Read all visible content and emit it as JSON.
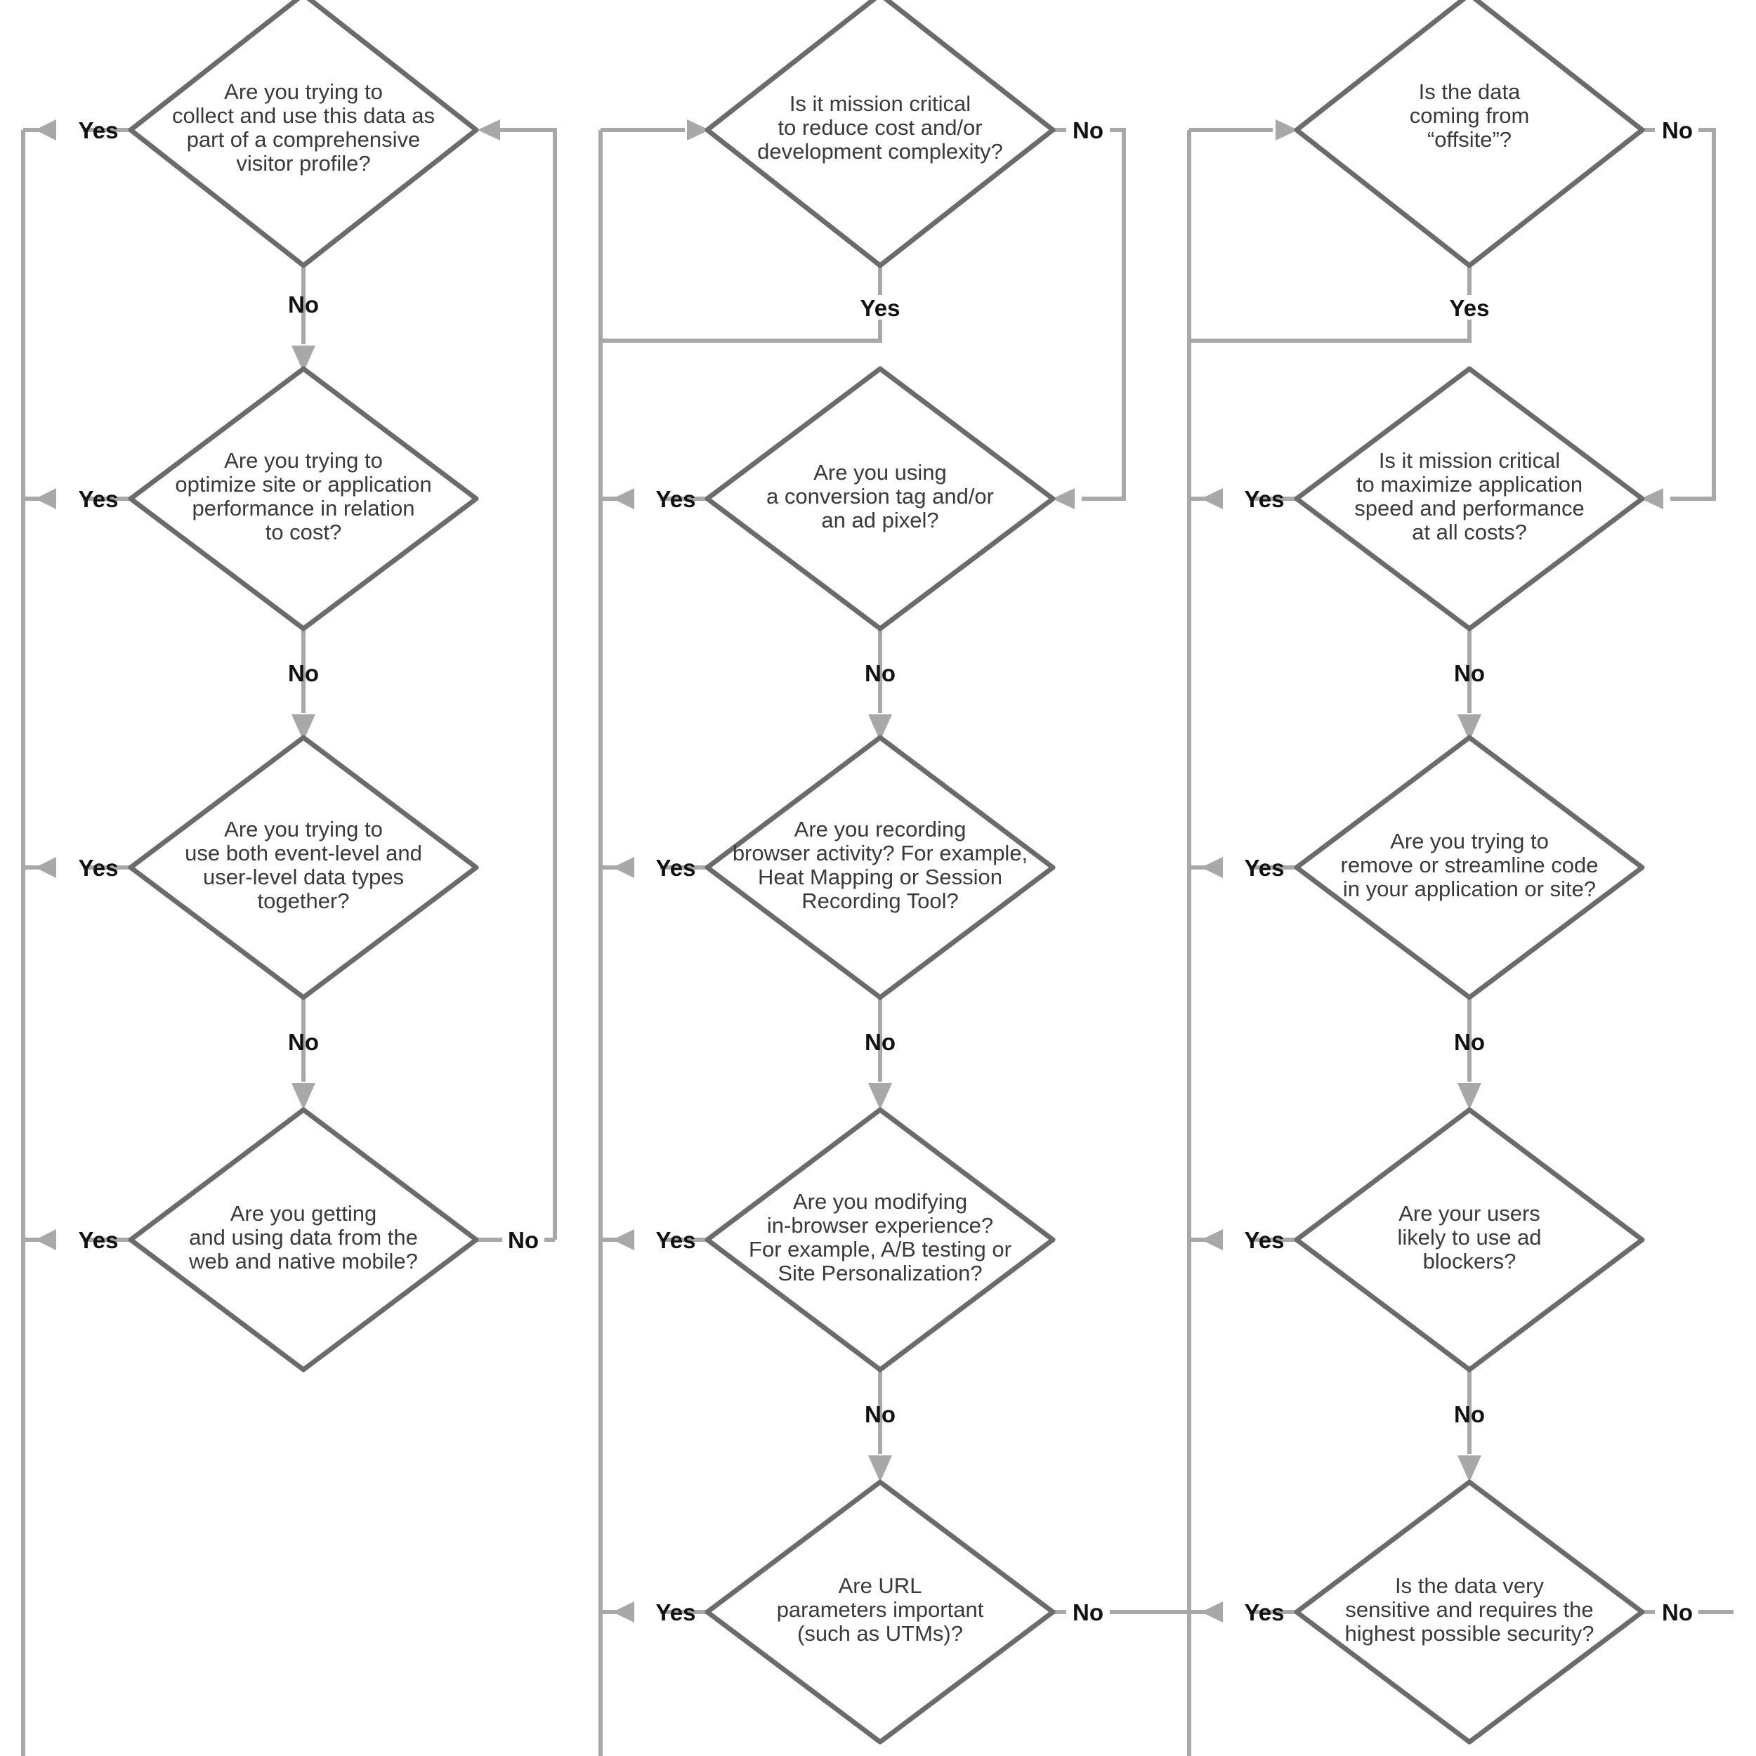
{
  "meta": {
    "title": "Data collection decision flowchart",
    "colors": {
      "shape_stroke": "#6b6b6b",
      "connector": "#a8a8a8",
      "question_text": "#3a3a3a",
      "label_text": "#111111",
      "background": "#ffffff"
    }
  },
  "labels": {
    "yes": "Yes",
    "no": "No"
  },
  "columns": [
    {
      "id": "column-1",
      "nodes": [
        {
          "id": "node-comprehensive-visitor-profile",
          "lines": [
            "Are you trying to",
            "collect and use this data as",
            "part of a comprehensive",
            "visitor profile?"
          ],
          "yes": "Yes",
          "no": "No"
        },
        {
          "id": "node-optimize-performance-cost",
          "lines": [
            "Are you trying to",
            "optimize site or application",
            "performance in relation",
            "to cost?"
          ],
          "yes": "Yes",
          "no": "No"
        },
        {
          "id": "node-event-and-user-level",
          "lines": [
            "Are you trying to",
            "use both event-level and",
            "user-level data types",
            "together?"
          ],
          "yes": "Yes",
          "no": "No"
        },
        {
          "id": "node-web-and-native-mobile",
          "lines": [
            "Are you getting",
            "and using data from the",
            "web and native mobile?"
          ],
          "yes": "Yes",
          "no": "No"
        }
      ]
    },
    {
      "id": "column-2",
      "nodes": [
        {
          "id": "node-reduce-cost-complexity",
          "lines": [
            "Is it mission critical",
            "to reduce cost and/or",
            "development complexity?"
          ],
          "yes": "Yes",
          "no": "No"
        },
        {
          "id": "node-conversion-tag-ad-pixel",
          "lines": [
            "Are you using",
            "a conversion tag and/or",
            "an ad pixel?"
          ],
          "yes": "Yes",
          "no": "No"
        },
        {
          "id": "node-recording-browser-activity",
          "lines": [
            "Are you recording",
            "browser activity? For example,",
            "Heat Mapping or Session",
            "Recording Tool?"
          ],
          "yes": "Yes",
          "no": "No"
        },
        {
          "id": "node-modifying-in-browser-experience",
          "lines": [
            "Are you modifying",
            "in-browser experience?",
            "For example, A/B testing or",
            "Site Personalization?"
          ],
          "yes": "Yes",
          "no": "No"
        },
        {
          "id": "node-url-parameters",
          "lines": [
            "Are URL",
            "parameters important",
            "(such as UTMs)?"
          ],
          "yes": "Yes",
          "no": "No"
        }
      ]
    },
    {
      "id": "column-3",
      "nodes": [
        {
          "id": "node-data-from-offsite",
          "lines": [
            "Is the data",
            "coming from",
            "“offsite”?"
          ],
          "yes": "Yes",
          "no": "No"
        },
        {
          "id": "node-maximize-speed-performance",
          "lines": [
            "Is it mission critical",
            "to maximize application",
            "speed and performance",
            "at all costs?"
          ],
          "yes": "Yes",
          "no": "No"
        },
        {
          "id": "node-remove-streamline-code",
          "lines": [
            "Are you trying to",
            "remove or streamline code",
            "in your application or site?"
          ],
          "yes": "Yes",
          "no": "No"
        },
        {
          "id": "node-users-ad-blockers",
          "lines": [
            "Are your users",
            "likely to use ad",
            "blockers?"
          ],
          "yes": "Yes",
          "no": "No"
        },
        {
          "id": "node-sensitive-data-security",
          "lines": [
            "Is the data very",
            "sensitive and requires the",
            "highest possible security?"
          ],
          "yes": "Yes",
          "no": "No"
        }
      ]
    }
  ]
}
